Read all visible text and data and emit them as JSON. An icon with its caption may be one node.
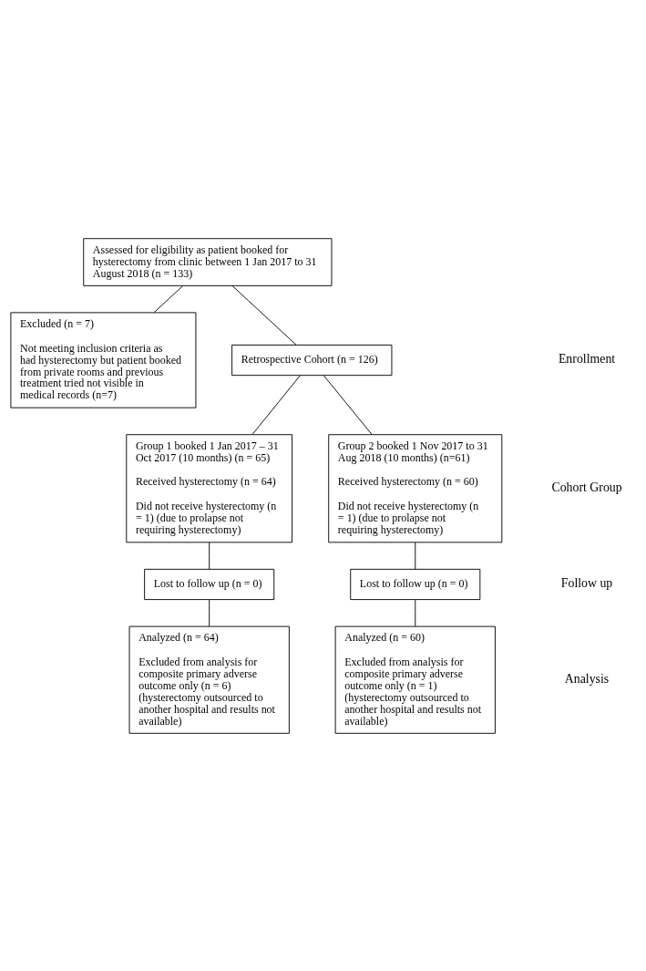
{
  "diagram": {
    "nodes": [
      {
        "text": [
          "Assessed for eligibility as patient booked for hysterectomy from clinic between 1 Jan 2017 to 31 August 2018 (n = 133)"
        ]
      },
      {
        "text": [
          "Excluded (n = 7)",
          "Not meeting inclusion criteria as had hysterectomy but patient booked from private rooms and previous treatment tried not visible in medical records (n=7)"
        ]
      },
      {
        "text": [
          "Retrospective Cohort (n = 126)"
        ]
      },
      {
        "text": [
          "Group 1 booked 1 Jan 2017 – 31 Oct 2017 (10 months) (n = 65)",
          "Received hysterectomy (n = 64)",
          "Did not receive hysterectomy (n = 1) (due to prolapse not requiring hysterectomy)"
        ]
      },
      {
        "text": [
          "Group 2 booked 1 Nov 2017 to 31 Aug 2018 (10 months) (n=61)",
          "Received hysterectomy (n = 60)",
          "Did not receive hysterectomy (n = 1) (due to prolapse not requiring hysterectomy)"
        ]
      },
      {
        "text": [
          "Lost to follow up (n = 0)"
        ]
      },
      {
        "text": [
          "Lost to follow up (n = 0)"
        ]
      },
      {
        "text": [
          "Analyzed (n = 64)",
          "Excluded from analysis for composite primary adverse outcome only (n = 6) (hysterectomy outsourced to another hospital and results not available)"
        ]
      },
      {
        "text": [
          "Analyzed (n = 60)",
          "Excluded from analysis for composite primary adverse outcome only (n = 1) (hysterectomy outsourced to another hospital and results not available)"
        ]
      }
    ],
    "edges": [
      {
        "from": 0,
        "to": 1,
        "arrow": "none"
      },
      {
        "from": 0,
        "to": 2,
        "arrow": "none"
      },
      {
        "from": 2,
        "to": 3,
        "arrow": "none"
      },
      {
        "from": 2,
        "to": 4,
        "arrow": "none"
      },
      {
        "from": 3,
        "to": 5,
        "arrow": "none"
      },
      {
        "from": 4,
        "to": 6,
        "arrow": "none"
      },
      {
        "from": 5,
        "to": 7,
        "arrow": "none"
      },
      {
        "from": 6,
        "to": 8,
        "arrow": "none"
      }
    ],
    "labels": [
      "Enrollment",
      "Cohort Group",
      "Follow up",
      "Analysis"
    ]
  }
}
